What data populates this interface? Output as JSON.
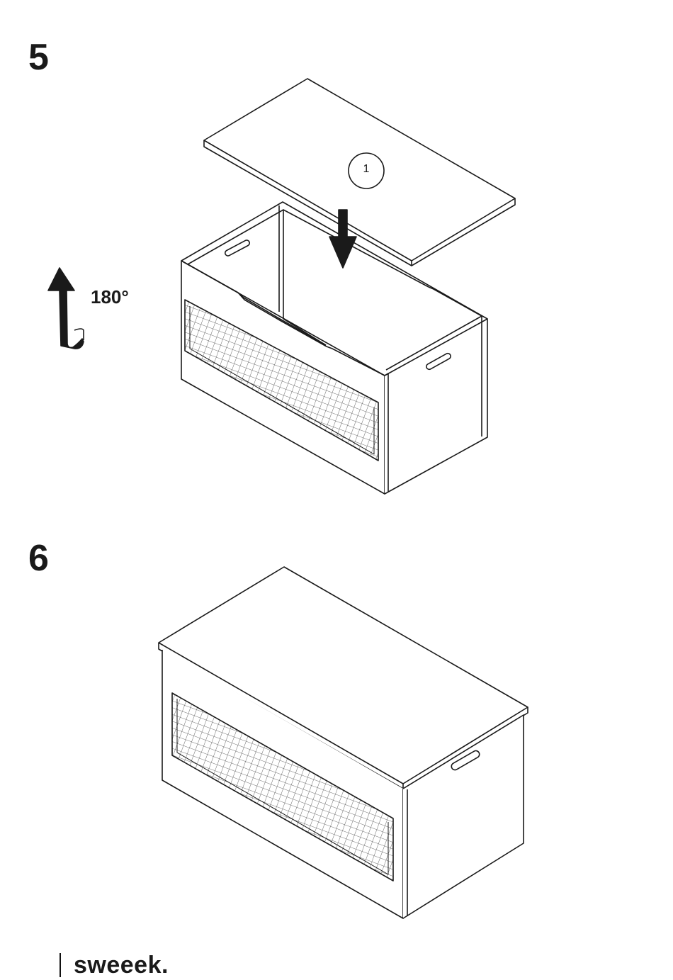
{
  "steps": [
    {
      "number": "5",
      "rotation_label": "180°",
      "part_callout": "1"
    },
    {
      "number": "6"
    }
  ],
  "brand": {
    "name": "sweeek."
  },
  "colors": {
    "line": "#1a1a1a",
    "background": "#ffffff"
  }
}
